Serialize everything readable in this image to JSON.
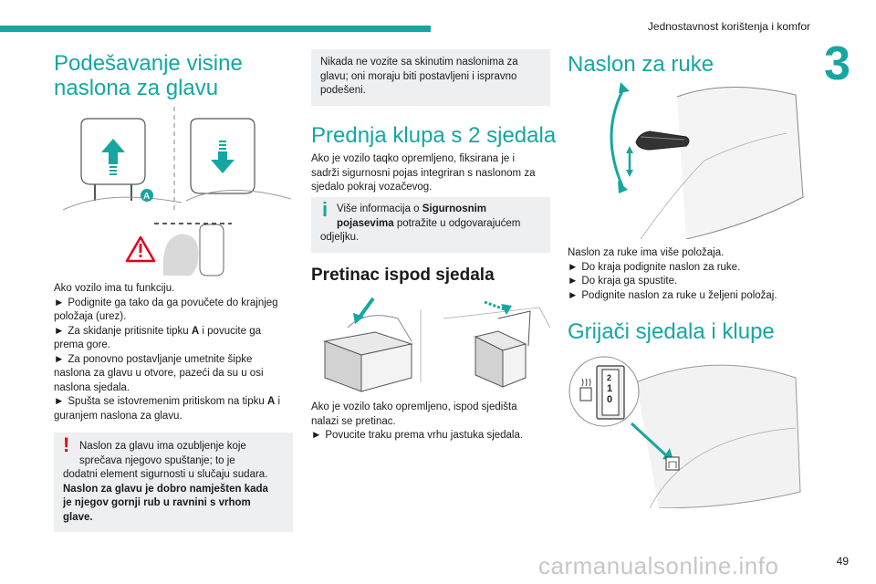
{
  "header": {
    "running_title": "Jednostavnost korištenja i komfor",
    "chapter_number": "3",
    "accent_color": "#16a6a1"
  },
  "col1": {
    "title_line1": "Podešavanje visine",
    "title_line2": "naslona za glavu",
    "figure_label_a": "A",
    "intro": "Ako vozilo ima tu funkciju.",
    "step1_a": "Podignite ga tako da ga povučete do krajnjeg",
    "step1_b": "položaja (urez).",
    "step2_a": "Za skidanje pritisnite tipku ",
    "step2_key": "A",
    "step2_b": " i povucite ga",
    "step2_c": "prema gore.",
    "step3_a": "Za ponovno postavljanje umetnite šipke",
    "step3_b": "naslona za glavu u otvore, pazeći da su u osi",
    "step3_c": "naslona sjedala.",
    "step4_a": "Spušta se istovremenim pritiskom na tipku ",
    "step4_key": "A",
    "step4_b": " i",
    "step4_c": "guranjem naslona za glavu.",
    "warning_1": "Naslon za glavu ima ozubljenje koje",
    "warning_2": "sprečava njegovo spuštanje; to je",
    "warning_3": "dodatni element sigurnosti u slučaju sudara.",
    "warning_bold_1": "Naslon za glavu je dobro namješten kada",
    "warning_bold_2": "je njegov gornji rub u ravnini s vrhom",
    "warning_bold_3": "glave."
  },
  "col2": {
    "note_1": "Nikada ne vozite sa skinutim naslonima za",
    "note_2": "glavu; oni moraju biti postavljeni i ispravno",
    "note_3": "podešeni.",
    "section_title": "Prednja klupa s 2 sjedala",
    "para_1": "Ako je vozilo taqko opremljeno, fiksirana je i",
    "para_2": "sadrži sigurnosni pojas integriran s naslonom za",
    "para_3": "sjedalo pokraj vozačevog.",
    "info_1": "Više informacija o ",
    "info_bold_1": "Sigurnosnim",
    "info_bold_2": "pojasevima",
    "info_2": " potražite u odgovarajućem",
    "info_3": "odjeljku.",
    "subsection_title": "Pretinac ispod sjedala",
    "para2_1": "Ako je vozilo tako opremljeno, ispod sjedišta",
    "para2_2": "nalazi se pretinac.",
    "para2_3": "Povucite traku prema vrhu jastuka sjedala."
  },
  "col3": {
    "title": "Naslon za ruke",
    "para_1": "Naslon za ruke ima više položaja.",
    "step1": "Do kraja podignite naslon za ruke.",
    "step2": "Do kraja ga spustite.",
    "step3": "Podignite naslon za ruke u željeni položaj.",
    "title2": "Grijači sjedala i klupe",
    "switch_labels": [
      "2",
      "1",
      "0"
    ]
  },
  "footer": {
    "watermark": "carmanualsonline.info",
    "page_number": "49"
  }
}
